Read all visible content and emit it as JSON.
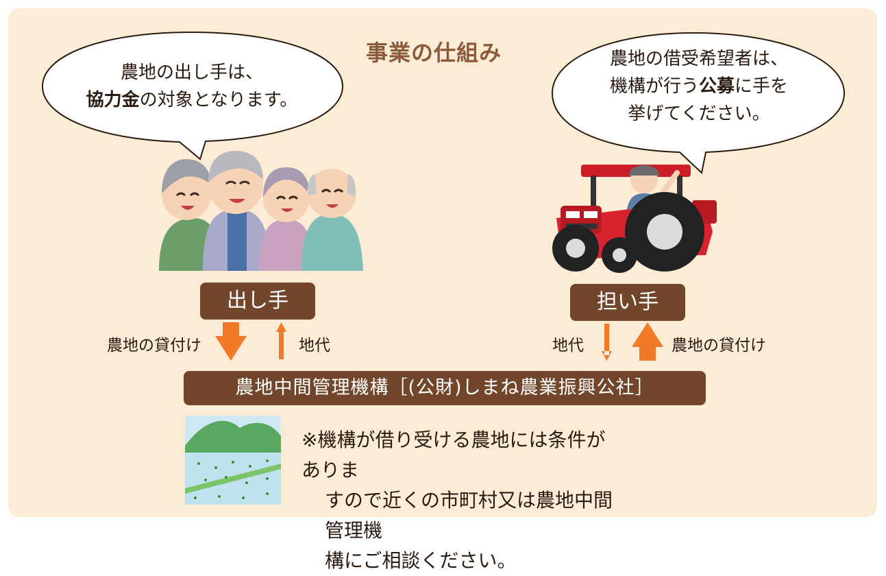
{
  "title": "事業の仕組み",
  "left_bubble": {
    "line1": "農地の出し手は、",
    "line2_bold": "協力金",
    "line2_rest": "の対象となります。"
  },
  "right_bubble": {
    "line1": "農地の借受希望者は、",
    "line2_pre": "機構が行う",
    "line2_bold": "公募",
    "line2_post": "に手を",
    "line3": "挙げてください。"
  },
  "roles": {
    "giver": "出し手",
    "taker": "担い手"
  },
  "flows": {
    "left_down": "農地の貸付け",
    "left_up": "地代",
    "right_down": "地代",
    "right_up": "農地の貸付け"
  },
  "organization": "農地中間管理機構［(公財)しまね農業振興公社］",
  "note": {
    "line1": "※機構が借り受ける農地には条件がありま",
    "line2": "すので近くの市町村又は農地中間管理機",
    "line3": "構にご相談ください。"
  },
  "colors": {
    "panel_bg": "#fcebd5",
    "label_bg": "#72462a",
    "arrow_orange": "#f07a28",
    "title_color": "#8a5a3a"
  },
  "icons": [
    "elderly-people-illustration",
    "tractor-farmer-illustration",
    "rice-field-illustration"
  ]
}
